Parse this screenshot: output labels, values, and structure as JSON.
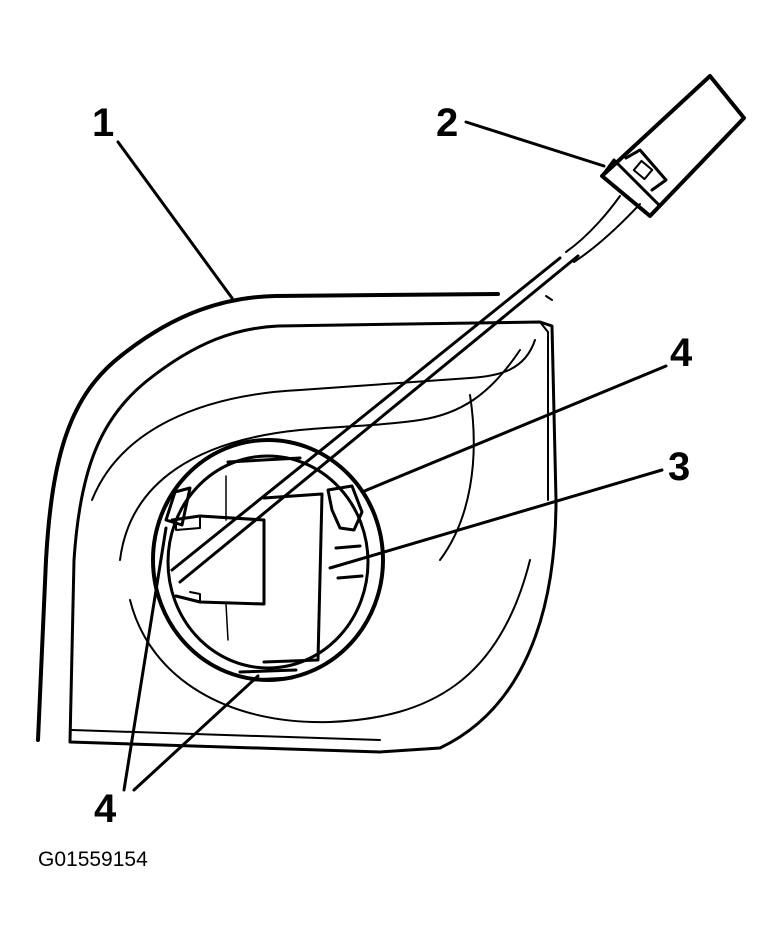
{
  "callouts": {
    "c1": "1",
    "c2": "2",
    "c3": "3",
    "c4_top": "4",
    "c4_bottom": "4"
  },
  "figure_id": "G01559154",
  "colors": {
    "ink": "#000000",
    "background": "#ffffff"
  }
}
